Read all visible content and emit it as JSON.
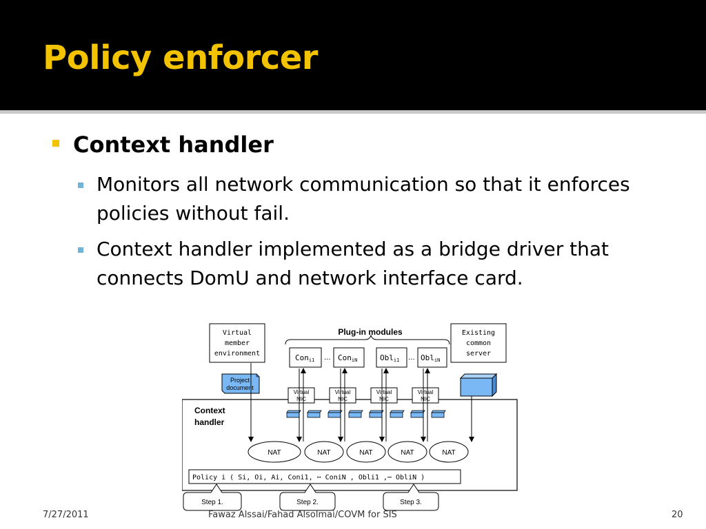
{
  "slide": {
    "title": "Policy enforcer",
    "bullet1": "Context handler",
    "sub1": "Monitors all network communication so that it enforces policies without fail.",
    "sub2": "Context handler implemented as a bridge driver that connects  DomU and network interface card."
  },
  "diagram": {
    "virtual_member": [
      "Virtual",
      "member",
      "environment"
    ],
    "plugin_title": "Plug-in modules",
    "existing": [
      "Existing",
      "common",
      "server"
    ],
    "project_doc": [
      "Project",
      "document"
    ],
    "context_handler": [
      "Context",
      "handler"
    ],
    "modules": [
      {
        "main": "Con",
        "sub": "i1"
      },
      {
        "main": "Con",
        "sub": "iN"
      },
      {
        "main": "Obl",
        "sub": "i1"
      },
      {
        "main": "Obl",
        "sub": "iN"
      }
    ],
    "ellipsis": "...",
    "vnic": [
      "Virtual",
      "NIC"
    ],
    "nat": "NAT",
    "policy": "Policy i  ( Si, Oi, Ai, Coni1, ⋯ ConiN ,    Obli1 ,⋯ ObliN  )",
    "steps": [
      "Step 1.",
      "Step 2.",
      "Step 3."
    ]
  },
  "footer": {
    "date": "7/27/2011",
    "author": "Fawaz Alssai/Fahad Alsolmai/COVM for SIS",
    "page": "20"
  },
  "colors": {
    "title": "#f3c300",
    "bullet1": "#f3c300",
    "bullet2": "#6fb4d8"
  }
}
